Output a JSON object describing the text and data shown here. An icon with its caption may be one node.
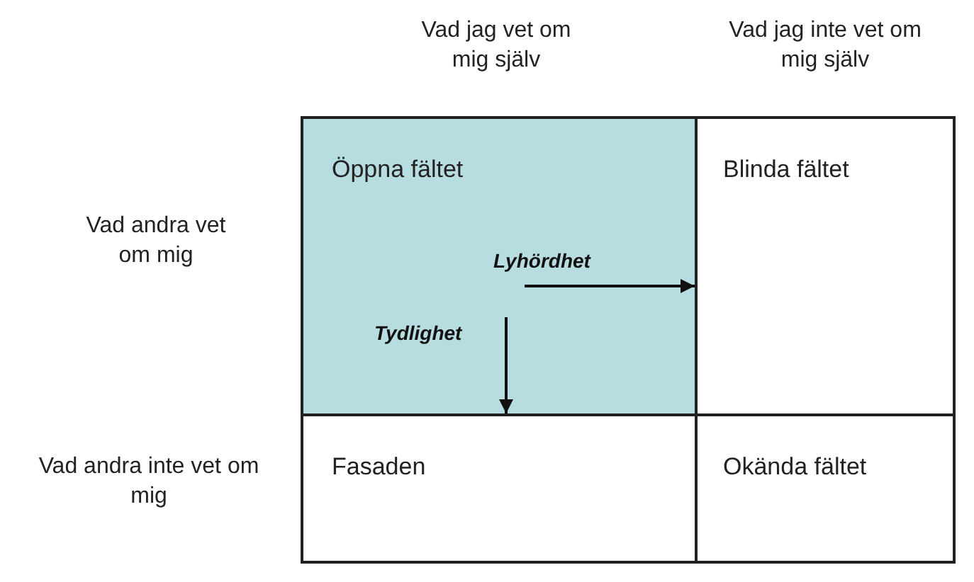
{
  "diagram": {
    "nodes": [
      {
        "text": [
          "Öppna fältet"
        ]
      },
      {
        "text": [
          "Blinda fältet"
        ]
      },
      {
        "text": [
          "Fasaden"
        ]
      },
      {
        "text": [
          "Okända fältet"
        ]
      }
    ],
    "edges": [
      {
        "from": 0,
        "to": 1,
        "arrow": "to",
        "label": "Lyhördhet"
      },
      {
        "from": 0,
        "to": 2,
        "arrow": "to",
        "label": "Tydlighet"
      }
    ],
    "labels": [
      "Vad jag vet om mig själv",
      "Vad jag inte vet om mig själv",
      "Vad andra vet om mig",
      "Vad andra inte vet om mig"
    ]
  }
}
